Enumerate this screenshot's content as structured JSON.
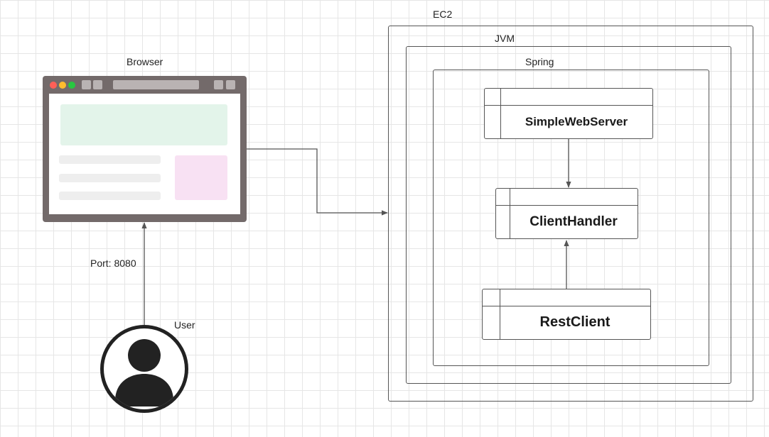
{
  "labels": {
    "browser": "Browser",
    "user": "User",
    "port": "Port: 8080",
    "ec2": "EC2",
    "jvm": "JVM",
    "spring": "Spring"
  },
  "classes": {
    "simple_web_server": "SimpleWebServer",
    "client_handler": "ClientHandler",
    "rest_client": "RestClient"
  },
  "icons": {
    "browser": "browser-window-icon",
    "user": "user-avatar-icon"
  },
  "colors": {
    "line": "#555555",
    "browser_frame": "#736a6a",
    "traffic_red": "#ff5f57",
    "traffic_yellow": "#febc2e",
    "traffic_green": "#28c840",
    "hero_block": "#e3f4ea",
    "side_block": "#f8e1f3"
  }
}
